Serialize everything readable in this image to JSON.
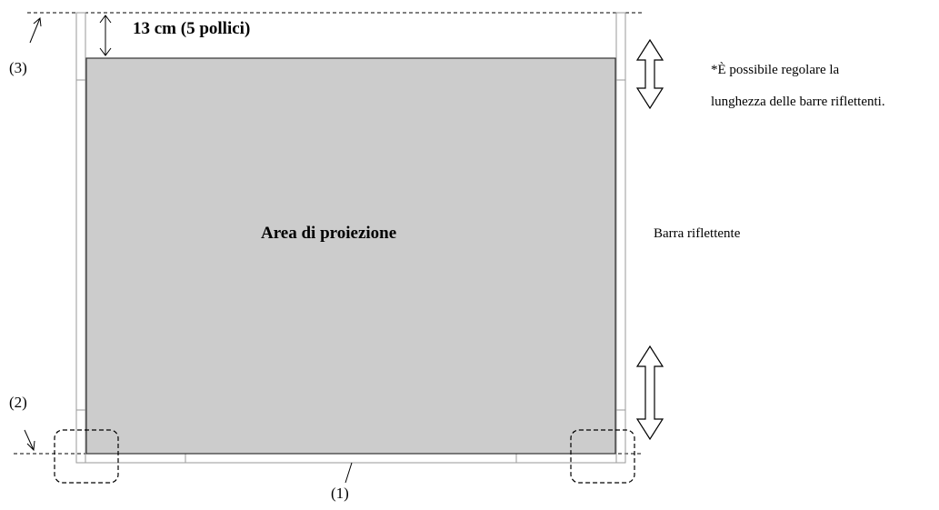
{
  "labels": {
    "top_offset": "13 cm (5 pollici)",
    "projection_area": "Area di proiezione",
    "reflective_bar": "Barra riflettente",
    "note_line1": "*È possibile regolare la",
    "note_line2": "lunghezza delle barre riflettenti.",
    "marker_1": "(1)",
    "marker_2": "(2)",
    "marker_3": "(3)"
  },
  "colors": {
    "projection_fill": "#cccccc",
    "stroke": "#000000",
    "bar_stroke": "#9a9a9a",
    "background": "#ffffff"
  },
  "icons": {
    "adjust_arrow": "double-headed-arrow-icon",
    "dimension_arrow": "dimension-arrow-icon",
    "pointer_arrow": "pointer-arrow-icon"
  }
}
